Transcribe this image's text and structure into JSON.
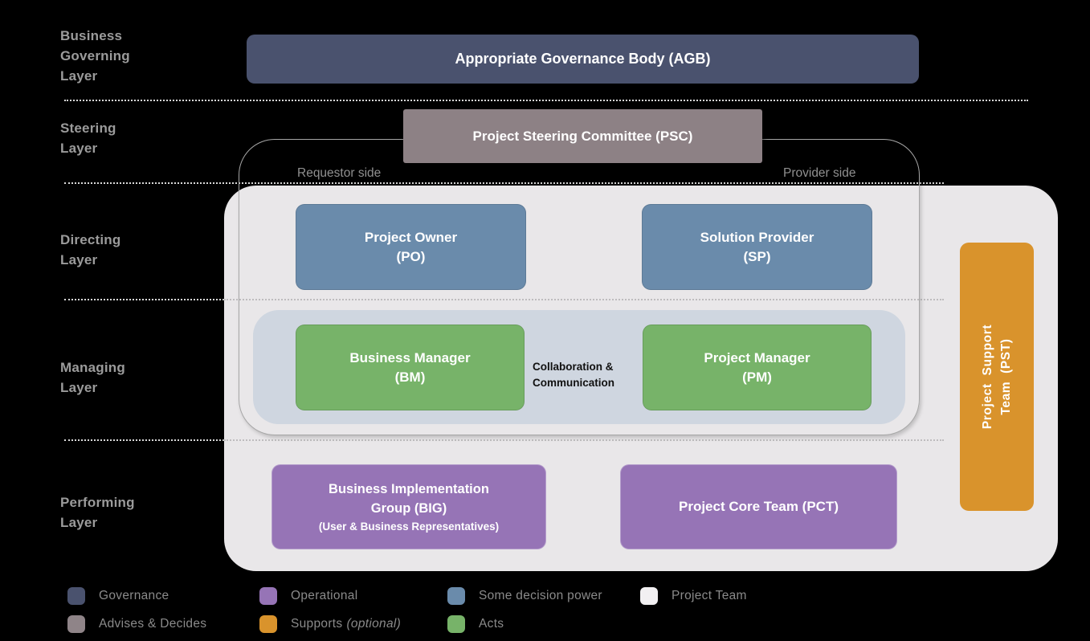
{
  "layers": [
    {
      "id": "business-governing",
      "lines": [
        "Business",
        "Governing",
        "Layer"
      ]
    },
    {
      "id": "steering",
      "lines": [
        "Steering",
        "Layer"
      ]
    },
    {
      "id": "directing",
      "lines": [
        "Directing",
        "Layer"
      ]
    },
    {
      "id": "managing",
      "lines": [
        "Managing",
        "Layer"
      ]
    },
    {
      "id": "performing",
      "lines": [
        "Performing",
        "Layer"
      ]
    }
  ],
  "boxes": {
    "agb": {
      "label": "Appropriate Governance Body (AGB)",
      "color": "#4a526e"
    },
    "psc": {
      "label": "Project Steering Committee (PSC)",
      "color": "#8d8185"
    },
    "po": {
      "line1": "Project Owner",
      "line2": "(PO)",
      "color": "#6a8bab"
    },
    "sp": {
      "line1": "Solution Provider",
      "line2": "(SP)",
      "color": "#6a8bab"
    },
    "bm": {
      "line1": "Business Manager",
      "line2": "(BM)",
      "color": "#77b369"
    },
    "pm": {
      "line1": "Project Manager",
      "line2": "(PM)",
      "color": "#77b369"
    },
    "big": {
      "line1": "Business Implementation",
      "line2": "Group (BIG)",
      "subtitle": "(User & Business Representatives)",
      "color": "#9674b6"
    },
    "pct": {
      "label": "Project Core Team (PCT)",
      "color": "#9674b6"
    },
    "pst": {
      "line1": "Project Support",
      "line2": "Team (PST)",
      "color": "#d9932c"
    }
  },
  "containers": {
    "project_team_bg": "#e9e7e9",
    "managing_inner_bg": "#cfd6e0"
  },
  "annotations": {
    "requestor_side": "Requestor side",
    "provider_side": "Provider side",
    "collaboration_line1": "Collaboration &",
    "collaboration_line2": "Communication"
  },
  "legend": {
    "items": [
      {
        "label": "Governance",
        "color": "#4a526e"
      },
      {
        "label": "Operational",
        "color": "#9674b6"
      },
      {
        "label": "Some decision power",
        "color": "#6a8bab"
      },
      {
        "label": "Project Team",
        "color": "#f2f0f2"
      },
      {
        "label": "Advises & Decides",
        "color": "#8f8488"
      },
      {
        "label": "Supports",
        "suffix": "(optional)",
        "color": "#d9932c"
      },
      {
        "label": "Acts",
        "color": "#77b369"
      }
    ]
  }
}
